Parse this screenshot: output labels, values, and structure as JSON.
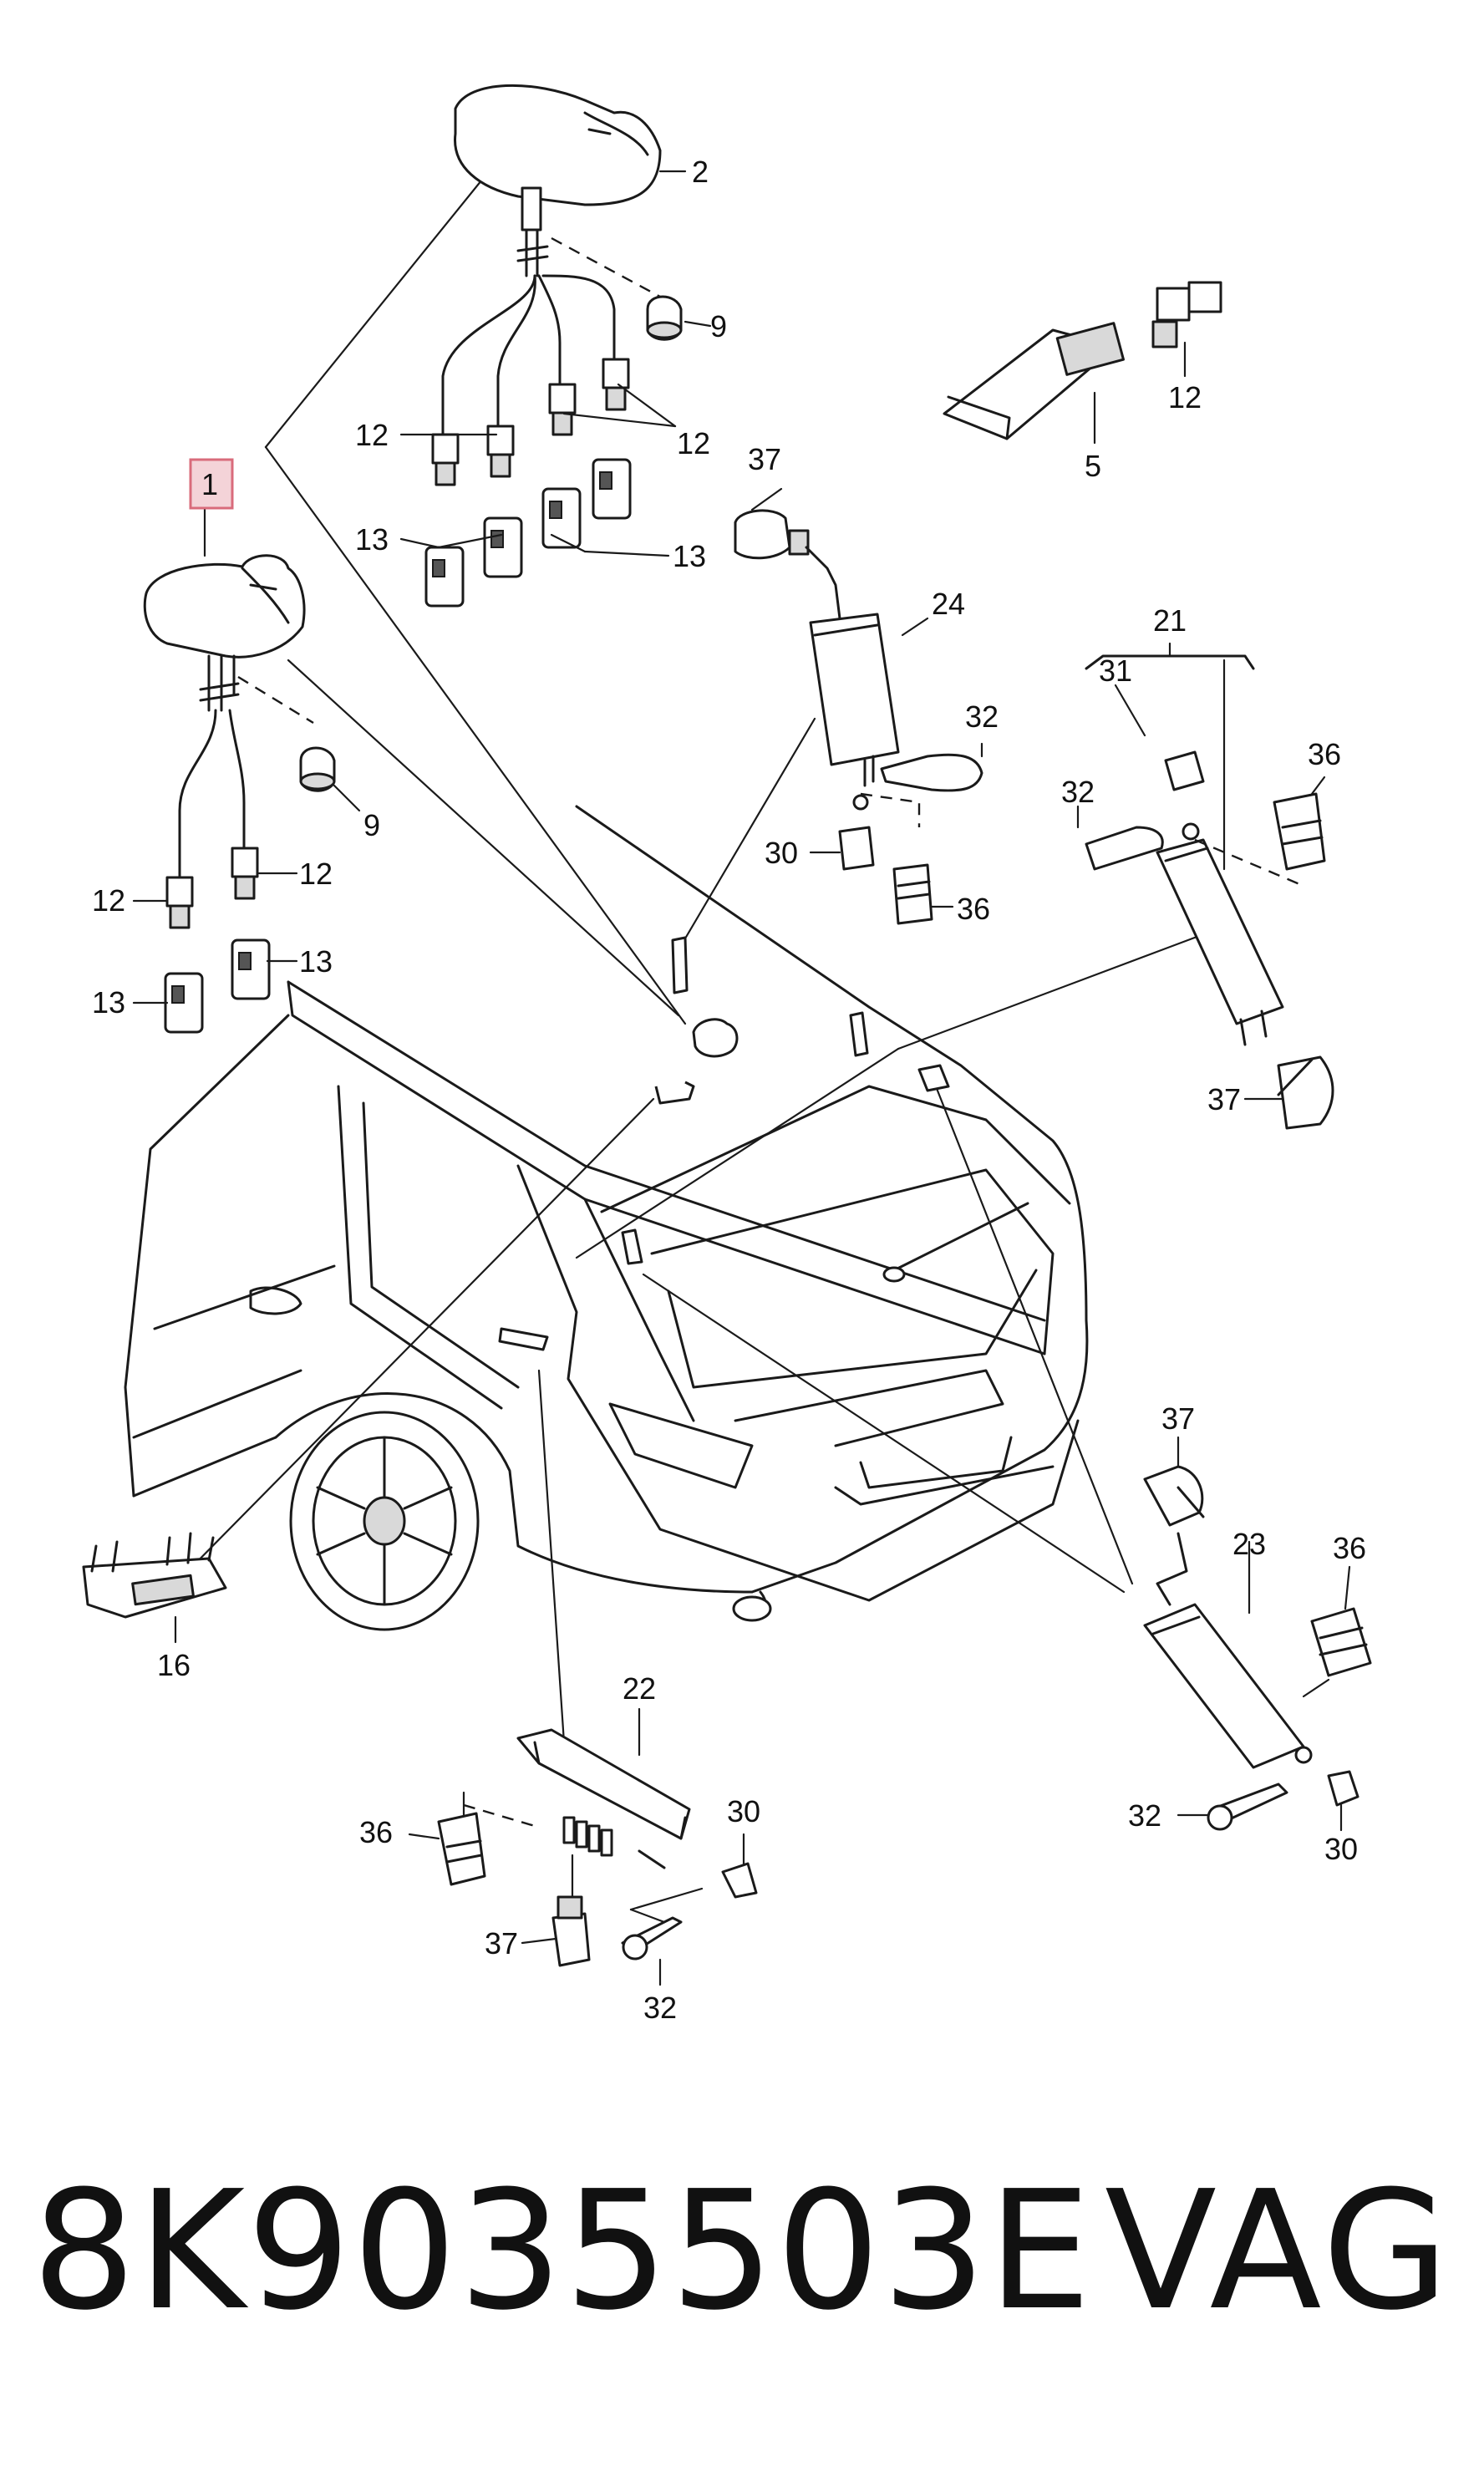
{
  "diagram": {
    "callouts": {
      "c1": "1",
      "c2": "2",
      "c5": "5",
      "c9_top": "9",
      "c9_left": "9",
      "c12_a": "12",
      "c12_b": "12",
      "c12_c": "12",
      "c12_d": "12",
      "c12_e": "12",
      "c13_a": "13",
      "c13_b": "13",
      "c13_c": "13",
      "c13_d": "13",
      "c16": "16",
      "c21": "21",
      "c22": "22",
      "c23": "23",
      "c24": "24",
      "c30_a": "30",
      "c30_b": "30",
      "c30_c": "30",
      "c31": "31",
      "c32_a": "32",
      "c32_b": "32",
      "c32_c": "32",
      "c32_d": "32",
      "c36_a": "36",
      "c36_b": "36",
      "c36_c": "36",
      "c36_d": "36",
      "c37_a": "37",
      "c37_b": "37",
      "c37_c": "37",
      "c37_d": "37"
    },
    "highlighted_callout": "1",
    "highlight_color": "#f4d3d8",
    "highlight_border": "#d96b7b"
  },
  "footer": {
    "part_number": "8K9035503E",
    "brand": "VAG"
  }
}
